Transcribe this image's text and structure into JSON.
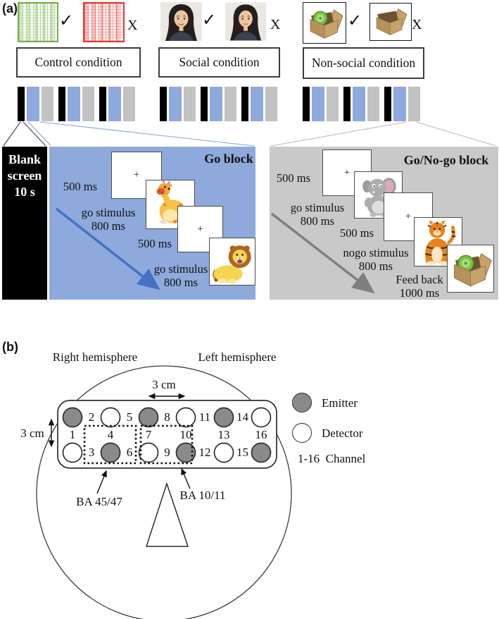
{
  "panel_a": {
    "label": "(a)",
    "check": "✓",
    "cross": "X",
    "plus": "+",
    "conditions": [
      "Control condition",
      "Social condition",
      "Non-social condition"
    ],
    "blank_box": {
      "line1": "Blank",
      "line2": "screen",
      "line3": "10 s"
    },
    "block_sequences": [
      {
        "pattern": [
          "black",
          "blue",
          "gray",
          "black",
          "blue",
          "gray",
          "black",
          "blue",
          "gray"
        ]
      },
      {
        "pattern": [
          "black",
          "blue",
          "gray",
          "black",
          "blue",
          "gray",
          "black",
          "blue",
          "gray"
        ]
      },
      {
        "pattern": [
          "black",
          "blue",
          "gray",
          "black",
          "blue",
          "gray",
          "black",
          "blue",
          "gray"
        ]
      }
    ],
    "go_block": {
      "title": "Go block",
      "fix": "500 ms",
      "stim_line1": "go stimulus",
      "stim_line2": "800 ms"
    },
    "gng_block": {
      "title": "Go/No-go block",
      "fix": "500 ms",
      "go_line1": "go stimulus",
      "go_line2": "800 ms",
      "nogo_line1": "nogo stimulus",
      "nogo_line2": "800 ms",
      "fb_line1": "Feed back",
      "fb_line2": "1000 ms"
    }
  },
  "panel_b": {
    "label": "(b)",
    "right_hemisphere": "Right hemisphere",
    "left_hemisphere": "Left hemisphere",
    "scale_top": "3 cm",
    "scale_left": "3 cm",
    "ba_left": "BA 45/47",
    "ba_right": "BA 10/11",
    "legend": {
      "emitter": "Emitter",
      "detector": "Detector",
      "channel": "1-16  Channel"
    },
    "optode_rows": [
      [
        "emitter",
        "detector",
        "emitter",
        "detector",
        "emitter",
        "detector"
      ],
      [
        "detector",
        "emitter",
        "detector",
        "emitter",
        "detector",
        "emitter"
      ]
    ],
    "channel_numbers": {
      "top": [
        "2",
        "5",
        "8",
        "11",
        "14"
      ],
      "mid": [
        "1",
        "4",
        "7",
        "10",
        "13",
        "16"
      ],
      "bottom": [
        "3",
        "6",
        "9",
        "12",
        "15"
      ]
    }
  },
  "colors": {
    "blue_panel": "#8ea9db",
    "gray_panel": "#c9c9c9",
    "bar_blue": "#8ea9db",
    "bar_gray": "#c2c2c2",
    "bar_black": "#000000",
    "blue_arrow": "#4472c4",
    "gray_arrow": "#7f7f7f",
    "emitter_fill": "#8a8a8a",
    "green_scribble": "#74b14a",
    "red_scribble": "#e03a2e",
    "green_line": "rgba(116,177,74,0.5)",
    "green_line_soft": "rgba(116,177,74,0.28)",
    "red_line": "rgba(224,58,46,0.5)",
    "red_line_soft": "rgba(224,58,46,0.28)",
    "conn_blue": "#9db4e0",
    "conn_gray": "#c6c6c6",
    "conn_dark": "#4a4a4a"
  }
}
